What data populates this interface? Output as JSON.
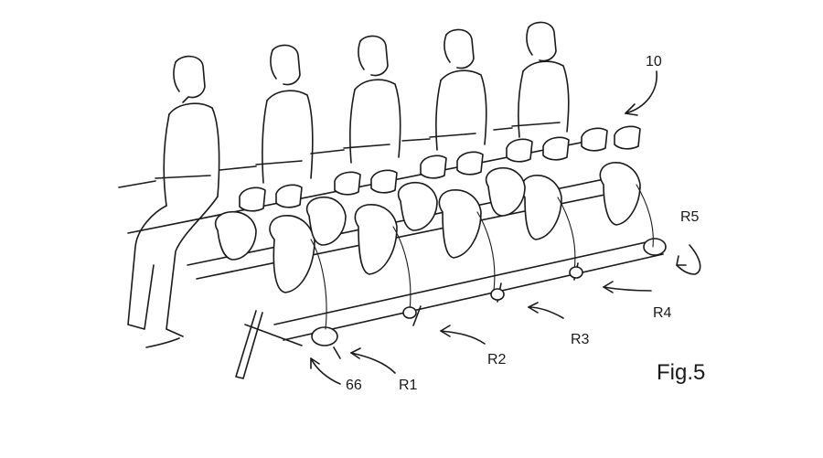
{
  "figure": {
    "caption": "Fig.5",
    "labels": {
      "assembly": "10",
      "base": "66",
      "row1": "R1",
      "row2": "R2",
      "row3": "R3",
      "row4": "R4",
      "row5": "R5"
    }
  }
}
